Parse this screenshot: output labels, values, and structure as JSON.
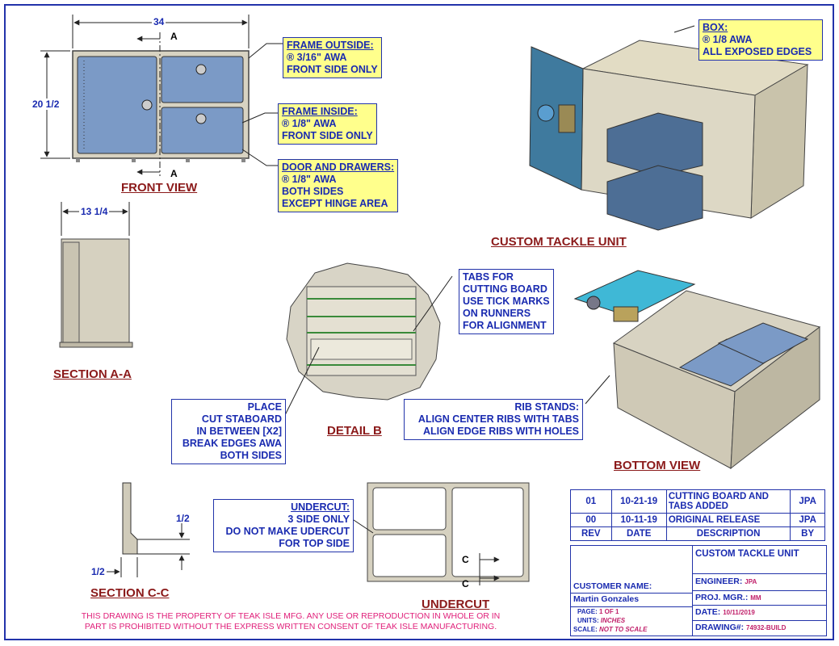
{
  "views": {
    "front_view": "FRONT VIEW",
    "section_aa": "SECTION A-A",
    "detail_b": "DETAIL  B",
    "section_cc": "SECTION C-C",
    "undercut": "UNDERCUT",
    "custom_tackle_unit": "CUSTOM TACKLE UNIT",
    "bottom_view": "BOTTOM VIEW"
  },
  "dimensions": {
    "width": "34",
    "height": "20 1/2",
    "depth": "13 1/4",
    "cc_height": "1/2",
    "cc_width": "1/2"
  },
  "section_marks": {
    "a_top": "A",
    "a_bottom": "A",
    "c_top": "C",
    "c_bottom": "C"
  },
  "notes": {
    "frame_outside": {
      "header": "FRAME OUTSIDE:",
      "lines": [
        "® 3/16\" AWA",
        "FRONT SIDE ONLY"
      ]
    },
    "frame_inside": {
      "header": "FRAME INSIDE:",
      "lines": [
        "® 1/8\" AWA",
        "FRONT SIDE ONLY"
      ]
    },
    "door_drawers": {
      "header": "DOOR AND DRAWERS:",
      "lines": [
        "® 1/8\" AWA",
        "BOTH SIDES",
        "EXCEPT HINGE AREA"
      ]
    },
    "box": {
      "header": "BOX:",
      "lines": [
        "® 1/8 AWA",
        "ALL EXPOSED EDGES"
      ]
    },
    "tabs": {
      "lines": [
        "TABS FOR",
        "CUTTING BOARD",
        "USE TICK MARKS",
        "ON RUNNERS",
        "FOR ALIGNMENT"
      ]
    },
    "place": {
      "lines": [
        "PLACE",
        "CUT STABOARD",
        "IN BETWEEN [X2]",
        "BREAK EDGES AWA",
        "BOTH SIDES"
      ]
    },
    "rib_stands": {
      "lines": [
        "RIB STANDS:",
        "ALIGN CENTER RIBS WITH TABS",
        "ALIGN EDGE RIBS WITH HOLES"
      ]
    },
    "undercut": {
      "lines": [
        "UNDERCUT:",
        "3 SIDE ONLY",
        "DO NOT MAKE UDERCUT",
        "FOR TOP SIDE"
      ]
    }
  },
  "legal": "THIS DRAWING IS THE PROPERTY OF TEAK ISLE MFG.  ANY USE OR REPRODUCTION IN WHOLE OR IN PART IS PROHIBITED WITHOUT THE EXPRESS WRITTEN CONSENT OF TEAK ISLE MANUFACTURING.",
  "revisions": [
    {
      "rev": "01",
      "date": "10-21-19",
      "description": "CUTTING BOARD AND TABS ADDED",
      "by": "JPA"
    },
    {
      "rev": "00",
      "date": "10-11-19",
      "description": "ORIGINAL RELEASE",
      "by": "JPA"
    }
  ],
  "revision_headers": {
    "rev": "REV",
    "date": "DATE",
    "description": "DESCRIPTION",
    "by": "BY"
  },
  "title_block": {
    "title": "CUSTOM TACKLE UNIT",
    "customer_label": "CUSTOMER NAME:",
    "customer_name": "Martin Gonzales",
    "page_label": "PAGE:",
    "page_value": "1 OF 1",
    "units_label": "UNITS:",
    "units_value": "INCHES",
    "scale_label": "SCALE:",
    "scale_value": "NOT TO SCALE",
    "engineer_label": "ENGINEER:",
    "engineer_value": "JPA",
    "proj_mgr_label": "PROJ. MGR.:",
    "proj_mgr_value": "MM",
    "date_label": "DATE:",
    "date_value": "10/11/2019",
    "drawing_label": "DRAWING#:",
    "drawing_value": "74932-BUILD"
  }
}
